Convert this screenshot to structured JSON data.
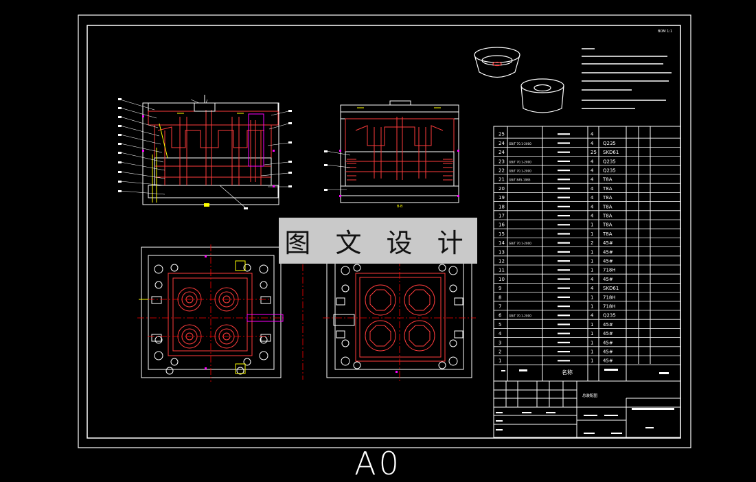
{
  "watermark": "图 文 设 计",
  "paper_format": "A0",
  "section_label": "B-B",
  "corner_label": "BOM 1:1",
  "title_block": {
    "drawing_title": "总装配图",
    "name_header": "名称"
  },
  "bom": [
    {
      "no": "25",
      "std": "",
      "qty": "4",
      "mat": ""
    },
    {
      "no": "24",
      "std": "GB/T 70.1-2000",
      "qty": "4",
      "mat": "Q235"
    },
    {
      "no": "24",
      "std": "",
      "qty": "25",
      "mat": "SKD61"
    },
    {
      "no": "23",
      "std": "GB/T 70.1-2000",
      "qty": "4",
      "mat": "Q235"
    },
    {
      "no": "22",
      "std": "GB/T 70.1-2000",
      "qty": "4",
      "mat": "Q235"
    },
    {
      "no": "21",
      "std": "GB/T 845-1985",
      "qty": "4",
      "mat": "T8A"
    },
    {
      "no": "20",
      "std": "",
      "qty": "4",
      "mat": "T8A"
    },
    {
      "no": "19",
      "std": "",
      "qty": "4",
      "mat": "T8A"
    },
    {
      "no": "18",
      "std": "",
      "qty": "4",
      "mat": "T8A"
    },
    {
      "no": "17",
      "std": "",
      "qty": "4",
      "mat": "T8A"
    },
    {
      "no": "16",
      "std": "",
      "qty": "1",
      "mat": "T8A"
    },
    {
      "no": "15",
      "std": "",
      "qty": "1",
      "mat": "T8A"
    },
    {
      "no": "14",
      "std": "GB/T 70.1-2000",
      "qty": "2",
      "mat": "45#"
    },
    {
      "no": "13",
      "std": "",
      "qty": "1",
      "mat": "45#"
    },
    {
      "no": "12",
      "std": "",
      "qty": "1",
      "mat": "45#"
    },
    {
      "no": "11",
      "std": "",
      "qty": "1",
      "mat": "718H"
    },
    {
      "no": "10",
      "std": "",
      "qty": "4",
      "mat": "45#"
    },
    {
      "no": "9",
      "std": "",
      "qty": "4",
      "mat": "SKD61"
    },
    {
      "no": "8",
      "std": "",
      "qty": "1",
      "mat": "718H"
    },
    {
      "no": "7",
      "std": "",
      "qty": "1",
      "mat": "718H"
    },
    {
      "no": "6",
      "std": "GB/T 70.1-2000",
      "qty": "4",
      "mat": "Q235"
    },
    {
      "no": "5",
      "std": "",
      "qty": "1",
      "mat": "45#"
    },
    {
      "no": "4",
      "std": "",
      "qty": "1",
      "mat": "45#"
    },
    {
      "no": "3",
      "std": "",
      "qty": "1",
      "mat": "45#"
    },
    {
      "no": "2",
      "std": "",
      "qty": "1",
      "mat": "45#"
    },
    {
      "no": "1",
      "std": "",
      "qty": "1",
      "mat": "45#"
    }
  ],
  "colors": {
    "background": "#000000",
    "line": "#ffffff",
    "part_red": "#ff3c3c",
    "center_red": "#ff0000",
    "magenta": "#ff00ff",
    "yellow": "#ffff00",
    "watermark_bg": "#c9c9c9"
  }
}
